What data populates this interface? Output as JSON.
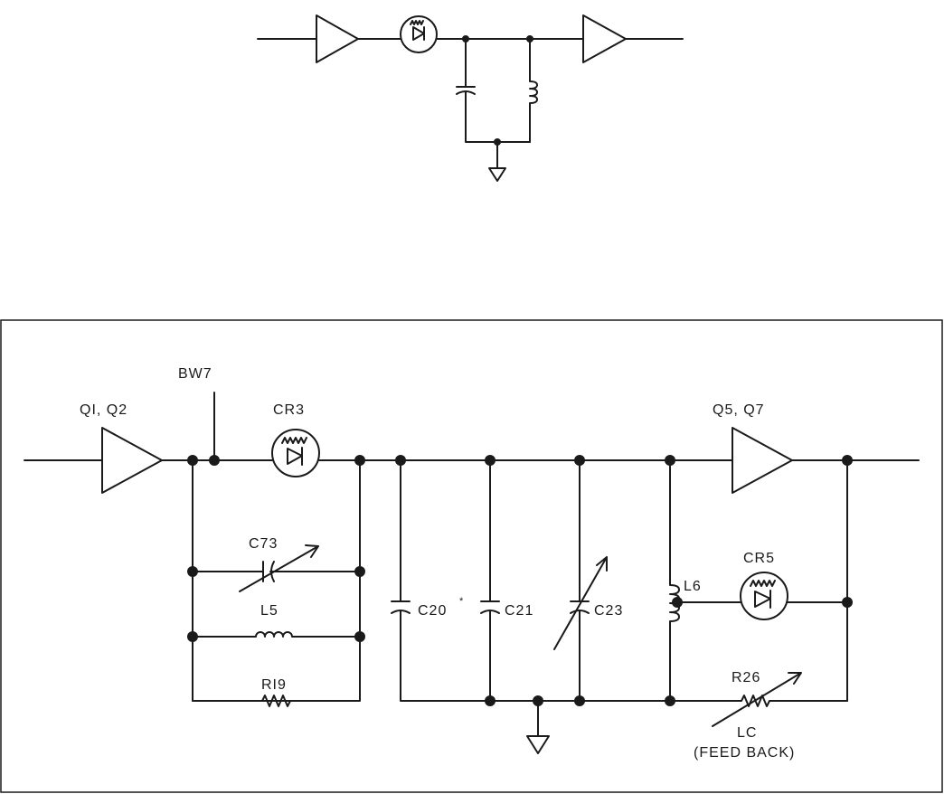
{
  "labels": {
    "q1q2": "QI, Q2",
    "bw7": "BW7",
    "cr3": "CR3",
    "c73": "C73",
    "l5": "L5",
    "r19": "RI9",
    "c20": "C20",
    "c20_mark": "*",
    "c21": "C21",
    "c23": "C23",
    "l6": "L6",
    "q5q7": "Q5, Q7",
    "cr5": "CR5",
    "r26": "R26",
    "lc": "LC",
    "feedback": "(FEED BACK)"
  }
}
